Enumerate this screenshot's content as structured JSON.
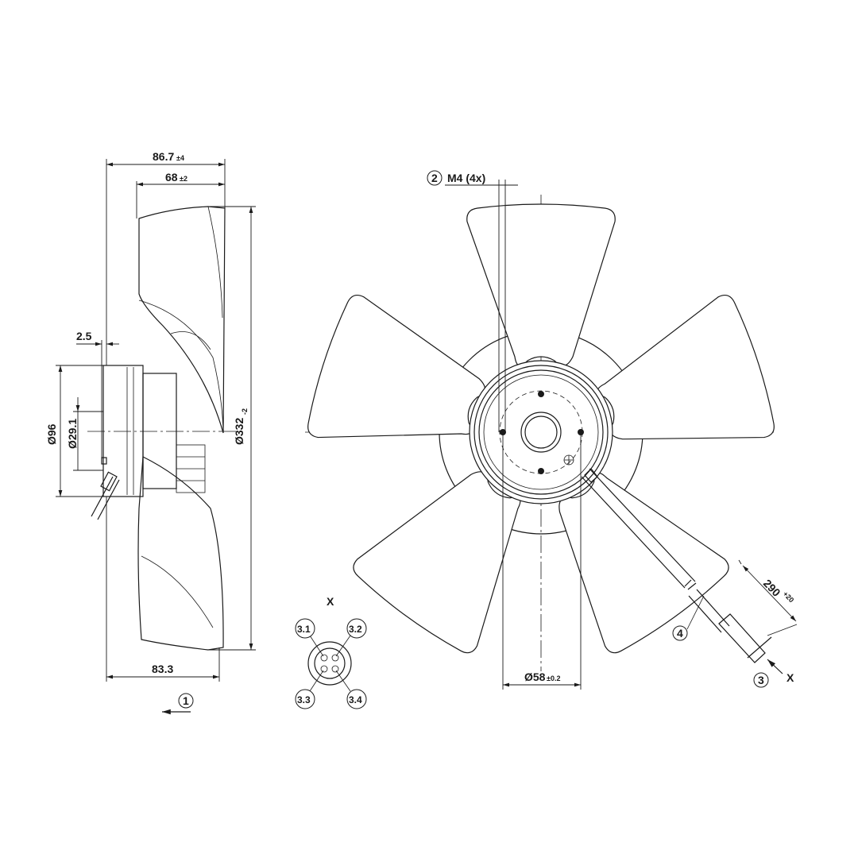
{
  "dims": {
    "width_total": "86.7",
    "width_total_tol": "±4",
    "width_hub": "68",
    "width_hub_tol": "±2",
    "width_bottom": "83.3",
    "offset": "2.5",
    "dia_96": "Ø96",
    "dia_29": "Ø29.1",
    "dia_332": "Ø332",
    "dia_332_tol": "-2",
    "bolt_circle": "Ø58",
    "bolt_circle_tol": "±0.2",
    "cable_len": "290",
    "cable_len_tol": "+20"
  },
  "notes": {
    "screw_label": "M4 (4x)",
    "view_x": "X",
    "view_x_arrow": "X"
  },
  "callouts": {
    "c1": "1",
    "c2": "2",
    "c3": "3",
    "c4": "4",
    "c31": "3.1",
    "c32": "3.2",
    "c33": "3.3",
    "c34": "3.4"
  }
}
